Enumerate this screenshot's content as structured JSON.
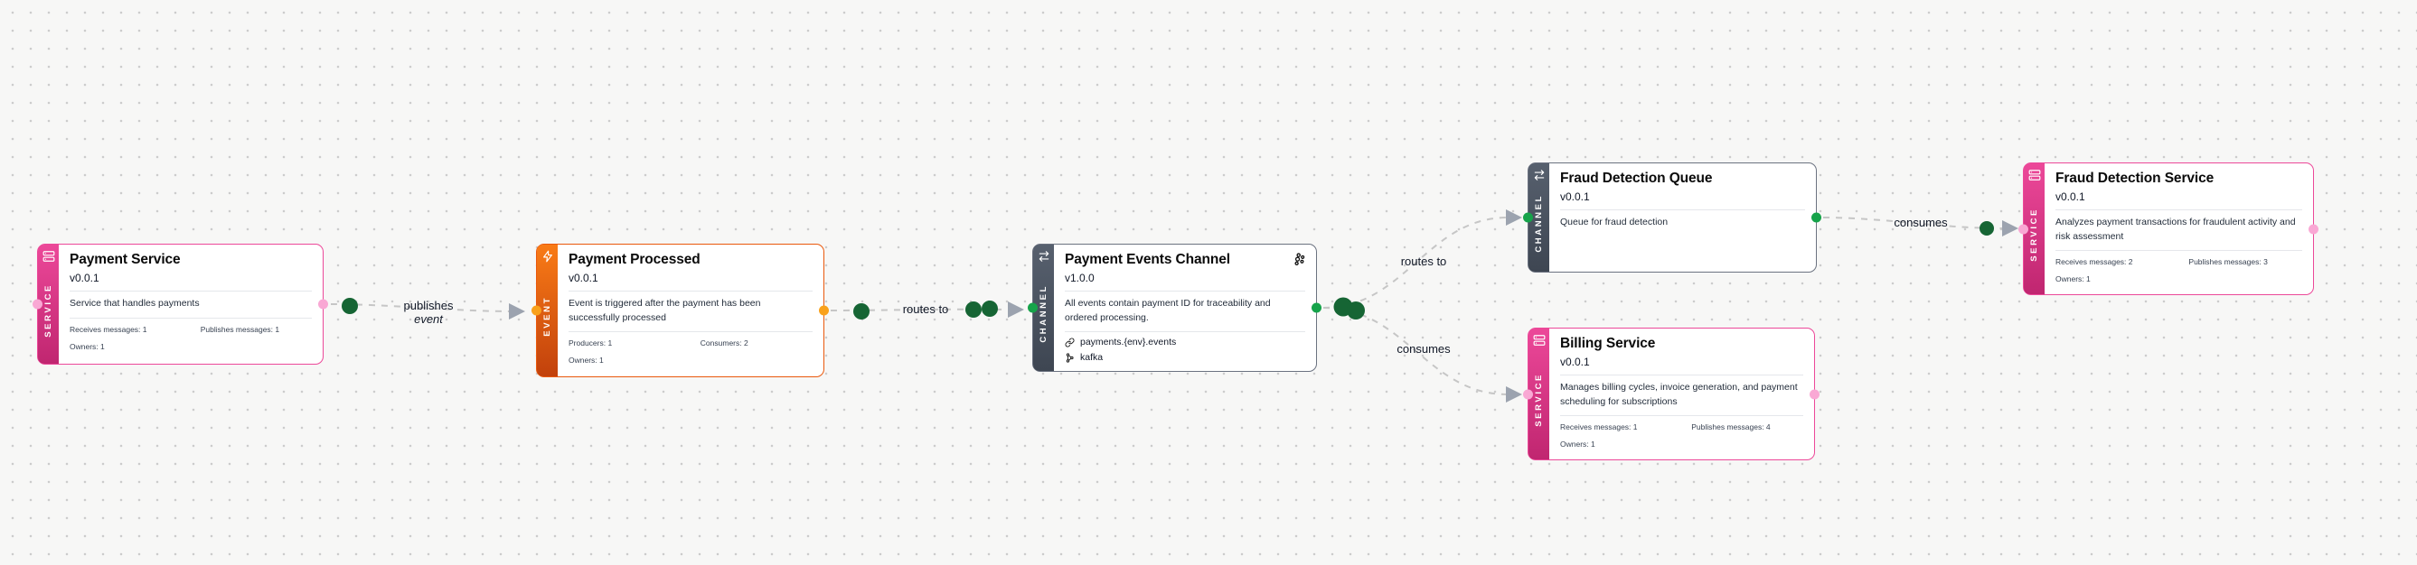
{
  "canvas": {
    "background": "#f7f7f6",
    "grid_dot_color": "#cccccc",
    "edge_color": "#c6c6c6",
    "arrow_color": "#9ca3af",
    "message_dot_color": "#166534"
  },
  "colors": {
    "service_accent": "#ec4899",
    "service_handle": "#f9a8d4",
    "event_accent": "#ea580c",
    "event_handle": "#f9a11b",
    "channel_accent": "#4b5563",
    "channel_handle": "#16a34a"
  },
  "nodes": [
    {
      "id": "payment-service",
      "kind": "SERVICE",
      "icon": "server-icon",
      "title": "Payment Service",
      "version": "v0.0.1",
      "description": "Service that handles payments",
      "stat1": "Receives messages: 1",
      "stat2": "Publishes messages: 1",
      "stat3": "Owners: 1"
    },
    {
      "id": "payment-processed",
      "kind": "EVENT",
      "icon": "bolt-icon",
      "title": "Payment Processed",
      "version": "v0.0.1",
      "description": "Event is triggered after the payment has been successfully processed",
      "stat1": "Producers: 1",
      "stat2": "Consumers: 2",
      "stat3": "Owners: 1"
    },
    {
      "id": "payment-events-channel",
      "kind": "CHANNEL",
      "icon": "arrows-swap-icon",
      "title_icon": "cluster-icon",
      "title": "Payment Events Channel",
      "version": "v1.0.0",
      "description": "All events contain payment ID for traceability and ordered processing.",
      "address": "payments.{env}.events",
      "protocol": "kafka"
    },
    {
      "id": "fraud-detection-queue",
      "kind": "CHANNEL",
      "icon": "arrows-swap-icon",
      "title": "Fraud Detection Queue",
      "version": "v0.0.1",
      "description": "Queue for fraud detection"
    },
    {
      "id": "billing-service",
      "kind": "SERVICE",
      "icon": "server-icon",
      "title": "Billing Service",
      "version": "v0.0.1",
      "description": "Manages billing cycles, invoice generation, and payment scheduling for subscriptions",
      "stat1": "Receives messages: 1",
      "stat2": "Publishes messages: 4",
      "stat3": "Owners: 1"
    },
    {
      "id": "fraud-detection-service",
      "kind": "SERVICE",
      "icon": "server-icon",
      "title": "Fraud Detection Service",
      "version": "v0.0.1",
      "description": "Analyzes payment transactions for fraudulent activity and risk assessment",
      "stat1": "Receives messages: 2",
      "stat2": "Publishes messages: 3",
      "stat3": "Owners: 1"
    }
  ],
  "edges": [
    {
      "from": "payment-service",
      "to": "payment-processed",
      "label_line1": "publishes",
      "label_line2": "event"
    },
    {
      "from": "payment-processed",
      "to": "payment-events-channel",
      "label": "routes to"
    },
    {
      "from": "payment-events-channel",
      "to": "fraud-detection-queue",
      "label": "routes to"
    },
    {
      "from": "payment-events-channel",
      "to": "billing-service",
      "label": "consumes"
    },
    {
      "from": "fraud-detection-queue",
      "to": "fraud-detection-service",
      "label": "consumes"
    }
  ]
}
